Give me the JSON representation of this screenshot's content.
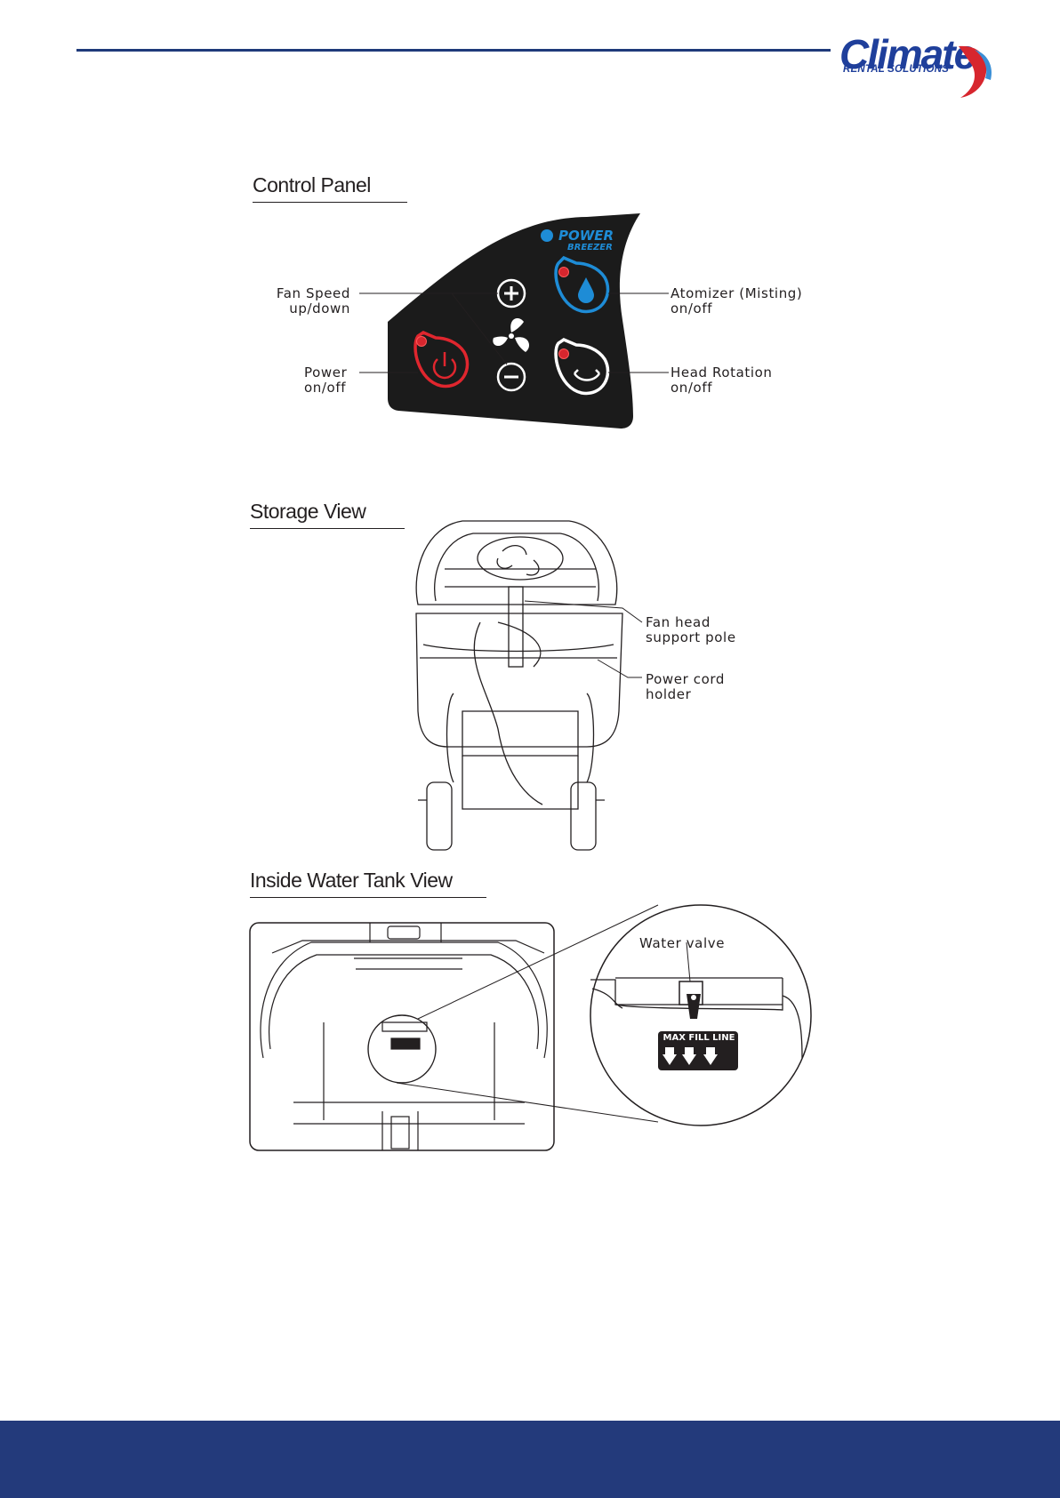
{
  "header": {
    "logo_word": "Climate",
    "logo_sub": "RENTAL SOLUTIONS",
    "brand_color": "#1f3f9b",
    "accent_red": "#d7262e"
  },
  "sections": {
    "control_panel": {
      "title": "Control Panel",
      "panel_brand_top": "POWER",
      "panel_brand_bottom": "BREEZER",
      "callouts": {
        "fan_speed_1": "Fan Speed",
        "fan_speed_2": "up/down",
        "power_1": "Power",
        "power_2": "on/off",
        "atomizer_1": "Atomizer (Misting)",
        "atomizer_2": "on/off",
        "head_rotation_1": "Head Rotation",
        "head_rotation_2": "on/off"
      }
    },
    "storage_view": {
      "title": "Storage View",
      "callouts": {
        "pole_1": "Fan head",
        "pole_2": "support pole",
        "cord_1": "Power cord",
        "cord_2": "holder"
      }
    },
    "tank_view": {
      "title": "Inside Water Tank View",
      "water_valve": "Water valve",
      "max_fill_line": "MAX FILL LINE"
    }
  },
  "footer": {
    "band_color": "#233a7b"
  }
}
